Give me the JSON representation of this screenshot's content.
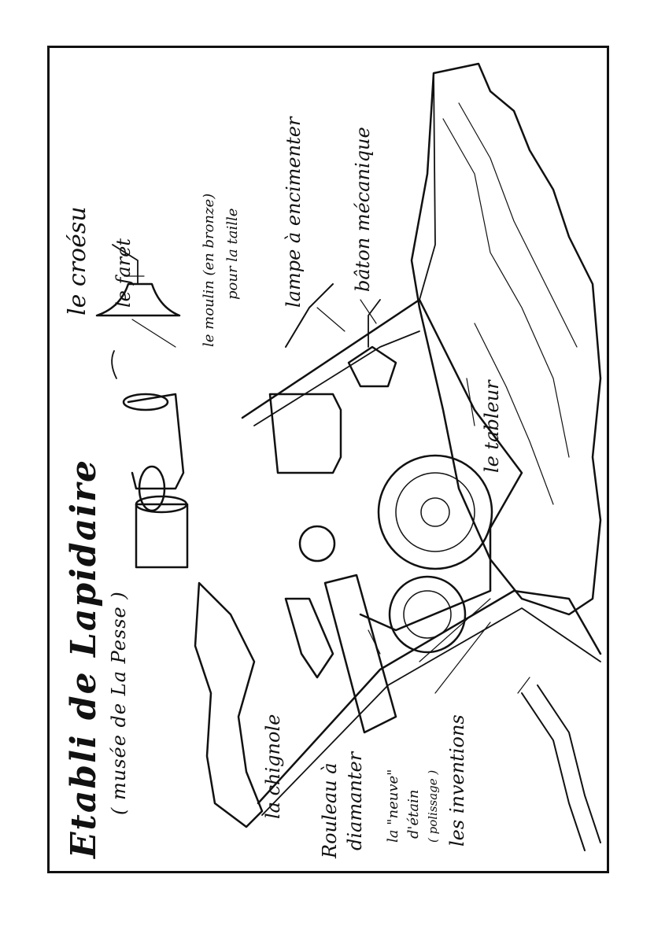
{
  "title": {
    "main": "Etabli de Lapidaire",
    "sub": "( musée de La Pesse )"
  },
  "labels": {
    "croesu": "le croésu",
    "faret": "le faret",
    "moulin_1": "le moulin (en bronze)",
    "moulin_2": "pour la taille",
    "lampe": "lampe à encimenter",
    "baton": "bâton mécanique",
    "tableur": "le tableur",
    "chignole": "la chignole",
    "rouleau_1": "Rouleau à",
    "rouleau_2": "diamanter",
    "neuve_1": "la \"neuve\"",
    "neuve_2": "d'étain",
    "neuve_3": "( polissage )",
    "inventions": "les inventions"
  },
  "colors": {
    "ink": "#111111",
    "paper": "#ffffff"
  }
}
